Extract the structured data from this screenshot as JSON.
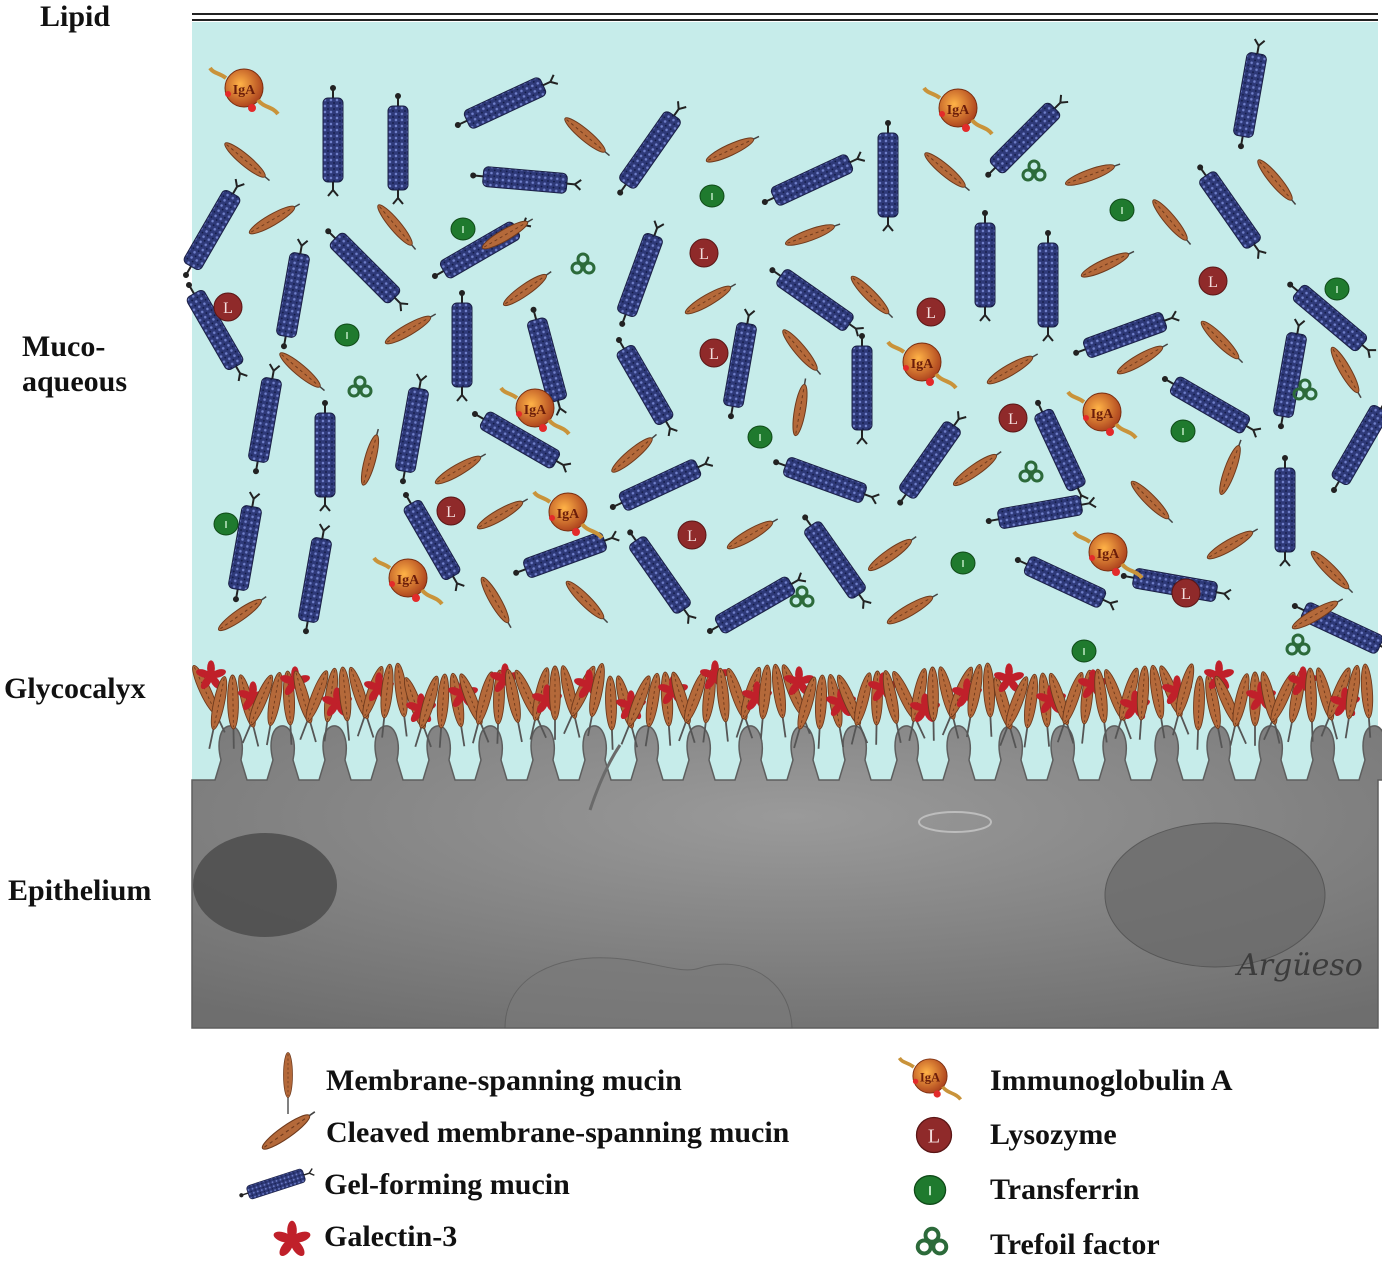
{
  "labels": {
    "lipid": "Lipid",
    "muco_line1": "Muco-",
    "muco_line2": "aqueous",
    "glycocalyx": "Glycocalyx",
    "epithelium": "Epithelium"
  },
  "signature": "Argüeso",
  "legend": {
    "membrane_spanning_mucin": "Membrane-spanning mucin",
    "cleaved_mucin": "Cleaved membrane-spanning mucin",
    "gel_forming_mucin": "Gel-forming mucin",
    "galectin": "Galectin-3",
    "iga": "Immunoglobulin A",
    "lysozyme": "Lysozyme",
    "transferrin": "Transferrin",
    "trefoil": "Trefoil factor"
  },
  "colors": {
    "aqueous": "#c6ecea",
    "gel_mucin": "#2e3978",
    "membrane_mucin": "#b4693a",
    "galectin": "#c0202a",
    "lysozyme": "#8f2a2a",
    "transferrin": "#1f7a2e",
    "trefoil": "#2c6a3a",
    "iga": "#c67a1e",
    "epithelium": "#8c8c8c"
  }
}
